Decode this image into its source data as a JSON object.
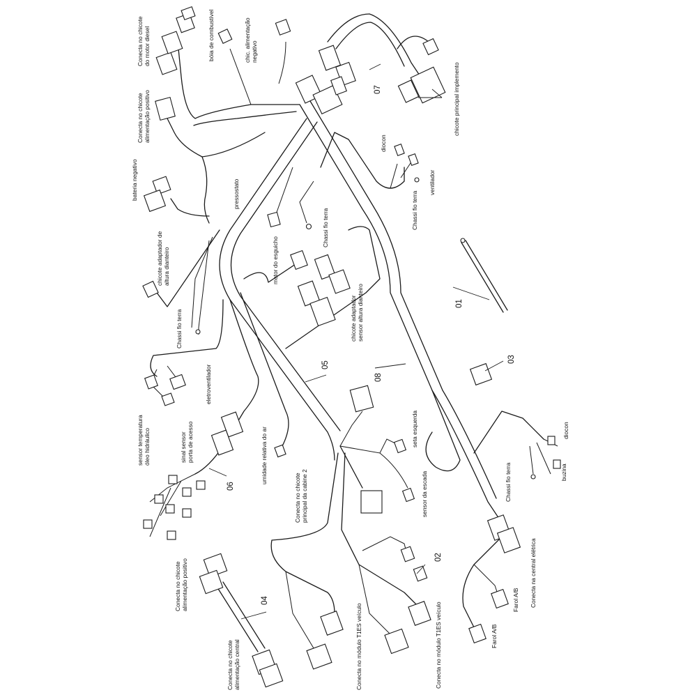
{
  "labels": {
    "motor_diesel": [
      "Conecta no chicote",
      "do motor diesel"
    ],
    "boia": [
      "bóia de combustível"
    ],
    "chic_alim_negativo": [
      "chic. alimentação",
      "negativo"
    ],
    "alim_positivo_top": [
      "Conecta no chicote",
      "alimentação positivo"
    ],
    "bateria_negativo": [
      "bateria negativo"
    ],
    "pressostato": [
      "pressostato"
    ],
    "chassi_fio_terra_mid": [
      "Chassi fio terra"
    ],
    "adaptador_altura_l": [
      "chicote adaptador de",
      "altura dianteiro"
    ],
    "chassi_fio_terra_left": [
      "Chassi fio terra"
    ],
    "motor_esguicho": [
      "motor do esguicho"
    ],
    "adaptador_sensor": [
      "chicote adaptador",
      "sensor altura dianteiro"
    ],
    "eletroventilador": [
      "eletroventilador"
    ],
    "sensor_temp": [
      "sensor temperatura",
      "óleo hidráulico"
    ],
    "sinal_sensor": [
      "sinal sensor",
      "porta de acesso"
    ],
    "umidade": [
      "umidade relativa do ar"
    ],
    "diocon_top": [
      "diocon"
    ],
    "ventilador": [
      "ventilador"
    ],
    "chassi_fio_terra_top": [
      "Chassi fio terra"
    ],
    "implemento": [
      "chicote principal implemento"
    ],
    "seta_esquerda": [
      "seta esquerda"
    ],
    "principal_cabine": [
      "Conecta no chicote",
      "principal da cabine 2"
    ],
    "sensor_escada": [
      "sensor da escada"
    ],
    "diocon_right": [
      "diocon"
    ],
    "buzina": [
      "buzina"
    ],
    "chassi_fio_terra_right": [
      "Chassi fio terra"
    ],
    "central_eletrica": [
      "Conecta na central elétrica"
    ],
    "farol_ab_1": [
      "Farol A/B"
    ],
    "farol_ab_2": [
      "Farol A/B"
    ],
    "alim_positivo_bottom": [
      "Conecta no chicote",
      "alimentação positivo"
    ],
    "alim_central": [
      "Conecta no chicote",
      "alimentação central"
    ],
    "modulo_t1es_1": [
      "Conecta no módulo T1ES veículo"
    ],
    "modulo_t1es_2": [
      "Conecta no módulo T1ES veículo"
    ]
  },
  "part_numbers": {
    "p01": "01",
    "p02": "02",
    "p03": "03",
    "p04": "04",
    "p05": "05",
    "p06": "06",
    "p07": "07",
    "p08": "08"
  }
}
